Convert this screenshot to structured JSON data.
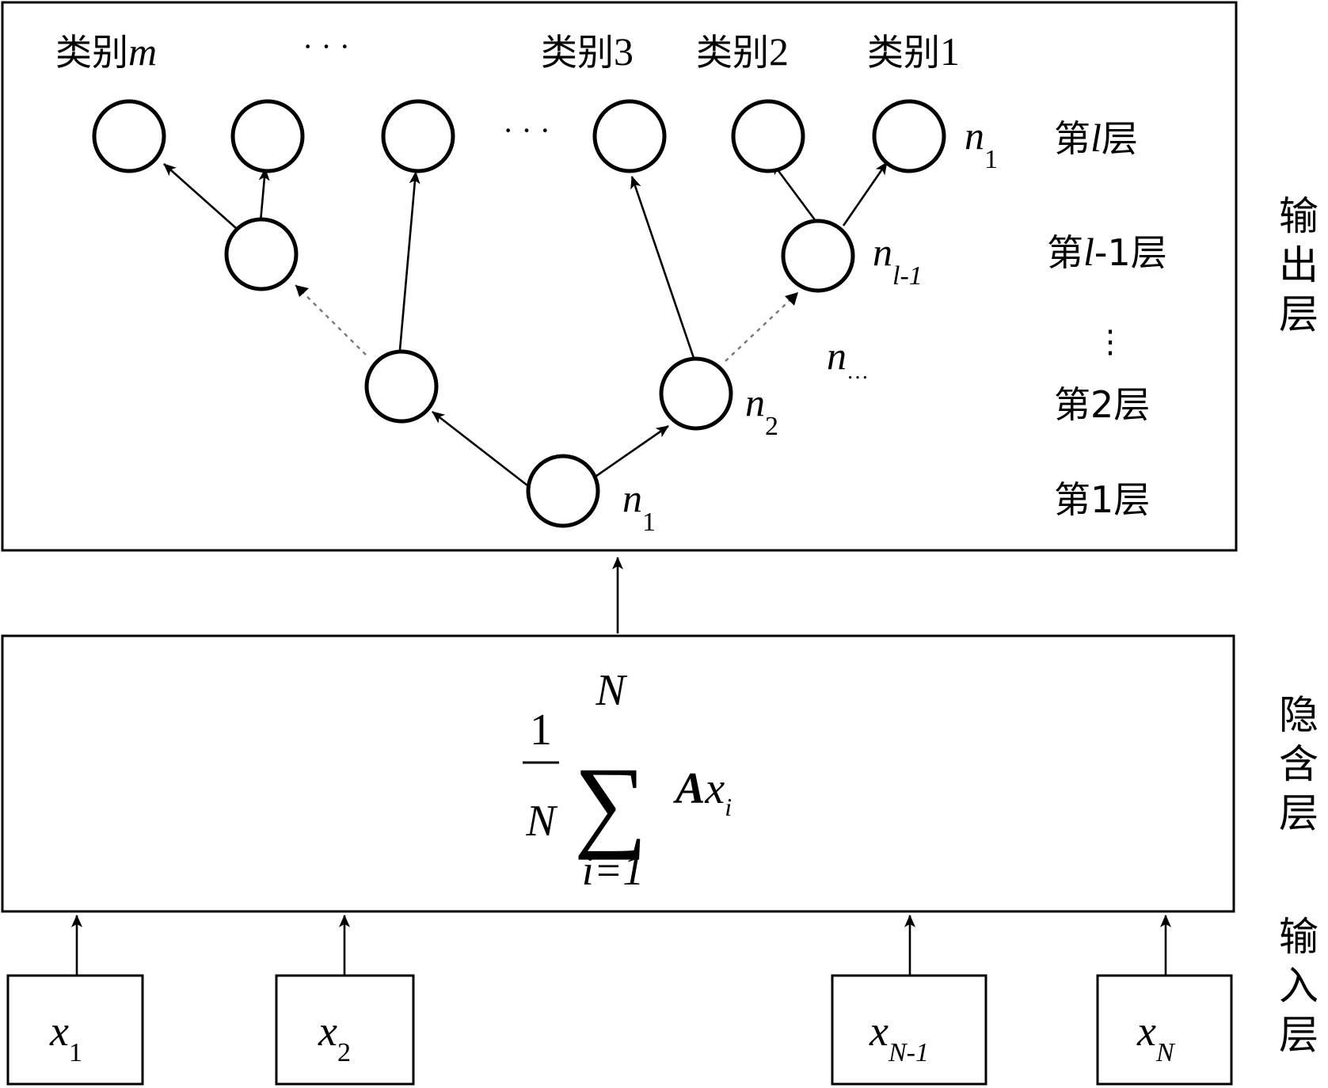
{
  "output_layer": {
    "title": "输出层",
    "categories": [
      {
        "base": "类别",
        "suffix": "m",
        "suffix_italic": true
      },
      {
        "text": "· · ·"
      },
      {
        "base": "类别",
        "suffix": "3",
        "suffix_italic": false
      },
      {
        "base": "类别",
        "suffix": "2",
        "suffix_italic": false
      },
      {
        "base": "类别",
        "suffix": "1",
        "suffix_italic": false
      }
    ],
    "level_labels": {
      "top": {
        "prefix": "第",
        "var": "l",
        "suffix": "层"
      },
      "second_top": {
        "prefix": "第",
        "var": "l",
        "suffix": "-1层"
      },
      "vdots": "⋮",
      "level2": "第2层",
      "level1": "第1层"
    },
    "node_labels": {
      "top_right": {
        "main": "n",
        "sub": "1"
      },
      "upper_right": {
        "main": "n",
        "sub": "l-1"
      },
      "middle": {
        "main": "n",
        "sub": "…"
      },
      "level2": {
        "main": "n",
        "sub": "2"
      },
      "root": {
        "main": "n",
        "sub": "1"
      }
    },
    "top_row_ellipsis": "· · ·"
  },
  "hidden_layer": {
    "title": "隐含层",
    "formula": {
      "numerator": "1",
      "denominator": "N",
      "sum_symbol": "∑",
      "upper_limit": "N",
      "lower_limit": "i=1",
      "term_bold": "A",
      "term_var": "x",
      "term_sub": "i"
    }
  },
  "input_layer": {
    "title": "输入层",
    "inputs": [
      {
        "var": "x",
        "sub": "1"
      },
      {
        "var": "x",
        "sub": "2"
      },
      {
        "var": "x",
        "sub": "N-1"
      },
      {
        "var": "x",
        "sub": "N"
      }
    ]
  }
}
